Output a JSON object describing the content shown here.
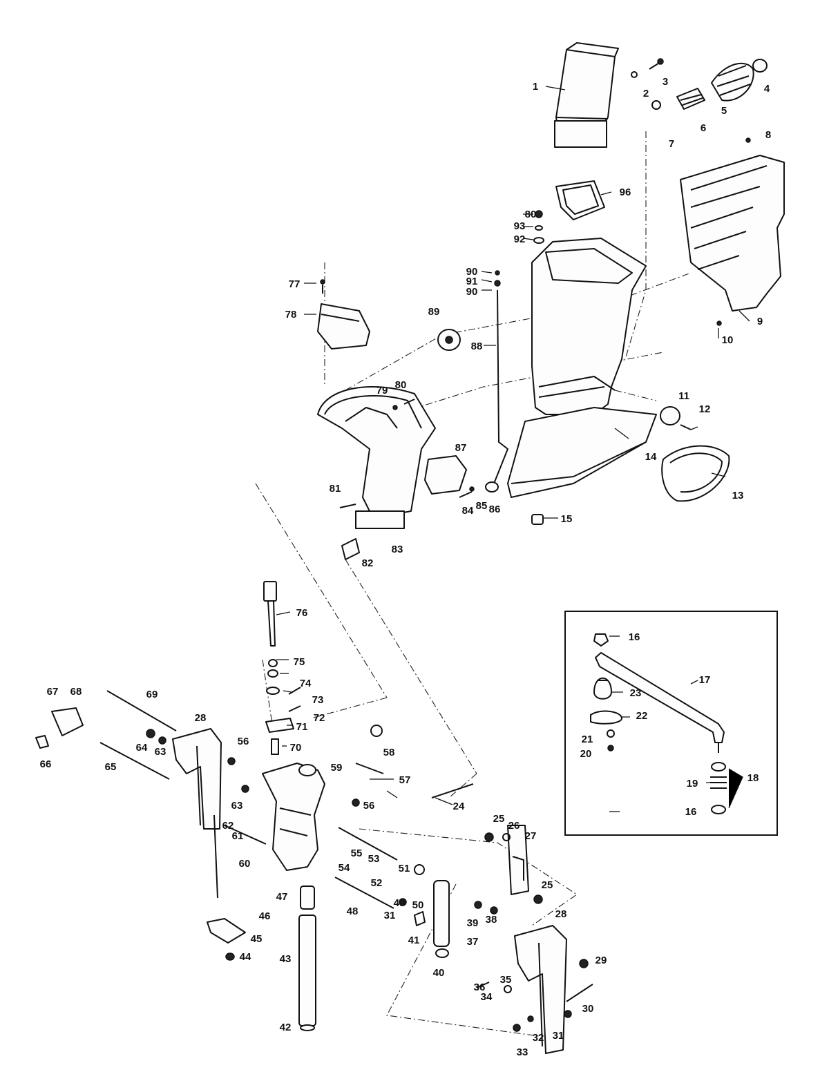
{
  "accent_color": "#111111",
  "callouts": [
    {
      "id": "1",
      "label": "1"
    },
    {
      "id": "2",
      "label": "2"
    },
    {
      "id": "3",
      "label": "3"
    },
    {
      "id": "4",
      "label": "4"
    },
    {
      "id": "5",
      "label": "5"
    },
    {
      "id": "6",
      "label": "6"
    },
    {
      "id": "7",
      "label": "7"
    },
    {
      "id": "8",
      "label": "8"
    },
    {
      "id": "9",
      "label": "9"
    },
    {
      "id": "10",
      "label": "10"
    },
    {
      "id": "11",
      "label": "11"
    },
    {
      "id": "12",
      "label": "12"
    },
    {
      "id": "13",
      "label": "13"
    },
    {
      "id": "14",
      "label": "14"
    },
    {
      "id": "15",
      "label": "15"
    },
    {
      "id": "16a",
      "label": "16"
    },
    {
      "id": "16b",
      "label": "16"
    },
    {
      "id": "17",
      "label": "17"
    },
    {
      "id": "18",
      "label": "18"
    },
    {
      "id": "19",
      "label": "19"
    },
    {
      "id": "20",
      "label": "20"
    },
    {
      "id": "21",
      "label": "21"
    },
    {
      "id": "22",
      "label": "22"
    },
    {
      "id": "23",
      "label": "23"
    },
    {
      "id": "24",
      "label": "24"
    },
    {
      "id": "25a",
      "label": "25"
    },
    {
      "id": "25b",
      "label": "25"
    },
    {
      "id": "26",
      "label": "26"
    },
    {
      "id": "27",
      "label": "27"
    },
    {
      "id": "28a",
      "label": "28"
    },
    {
      "id": "28b",
      "label": "28"
    },
    {
      "id": "29",
      "label": "29"
    },
    {
      "id": "30",
      "label": "30"
    },
    {
      "id": "31a",
      "label": "31"
    },
    {
      "id": "31b",
      "label": "31"
    },
    {
      "id": "32",
      "label": "32"
    },
    {
      "id": "33",
      "label": "33"
    },
    {
      "id": "34",
      "label": "34"
    },
    {
      "id": "35",
      "label": "35"
    },
    {
      "id": "36",
      "label": "36"
    },
    {
      "id": "37",
      "label": "37"
    },
    {
      "id": "38",
      "label": "38"
    },
    {
      "id": "39",
      "label": "39"
    },
    {
      "id": "40",
      "label": "40"
    },
    {
      "id": "41",
      "label": "41"
    },
    {
      "id": "42",
      "label": "42"
    },
    {
      "id": "43",
      "label": "43"
    },
    {
      "id": "44",
      "label": "44"
    },
    {
      "id": "45",
      "label": "45"
    },
    {
      "id": "46",
      "label": "46"
    },
    {
      "id": "47",
      "label": "47"
    },
    {
      "id": "48",
      "label": "48"
    },
    {
      "id": "49",
      "label": "49"
    },
    {
      "id": "50",
      "label": "50"
    },
    {
      "id": "51",
      "label": "51"
    },
    {
      "id": "52",
      "label": "52"
    },
    {
      "id": "53",
      "label": "53"
    },
    {
      "id": "54",
      "label": "54"
    },
    {
      "id": "55",
      "label": "55"
    },
    {
      "id": "56a",
      "label": "56"
    },
    {
      "id": "56b",
      "label": "56"
    },
    {
      "id": "57",
      "label": "57"
    },
    {
      "id": "58",
      "label": "58"
    },
    {
      "id": "59",
      "label": "59"
    },
    {
      "id": "60",
      "label": "60"
    },
    {
      "id": "61",
      "label": "61"
    },
    {
      "id": "62",
      "label": "62"
    },
    {
      "id": "63a",
      "label": "63"
    },
    {
      "id": "63b",
      "label": "63"
    },
    {
      "id": "64",
      "label": "64"
    },
    {
      "id": "65",
      "label": "65"
    },
    {
      "id": "66",
      "label": "66"
    },
    {
      "id": "67",
      "label": "67"
    },
    {
      "id": "68",
      "label": "68"
    },
    {
      "id": "69",
      "label": "69"
    },
    {
      "id": "70",
      "label": "70"
    },
    {
      "id": "71",
      "label": "71"
    },
    {
      "id": "72",
      "label": "72"
    },
    {
      "id": "73",
      "label": "73"
    },
    {
      "id": "74",
      "label": "74"
    },
    {
      "id": "75",
      "label": "75"
    },
    {
      "id": "76",
      "label": "76"
    },
    {
      "id": "77",
      "label": "77"
    },
    {
      "id": "78",
      "label": "78"
    },
    {
      "id": "79",
      "label": "79"
    },
    {
      "id": "80a",
      "label": "80"
    },
    {
      "id": "80b",
      "label": "80"
    },
    {
      "id": "81",
      "label": "81"
    },
    {
      "id": "82",
      "label": "82"
    },
    {
      "id": "83",
      "label": "83"
    },
    {
      "id": "84",
      "label": "84"
    },
    {
      "id": "85",
      "label": "85"
    },
    {
      "id": "86",
      "label": "86"
    },
    {
      "id": "87",
      "label": "87"
    },
    {
      "id": "88",
      "label": "88"
    },
    {
      "id": "89",
      "label": "89"
    },
    {
      "id": "90a",
      "label": "90"
    },
    {
      "id": "90b",
      "label": "90"
    },
    {
      "id": "91",
      "label": "91"
    },
    {
      "id": "92",
      "label": "92"
    },
    {
      "id": "93",
      "label": "93"
    },
    {
      "id": "96",
      "label": "96"
    }
  ]
}
